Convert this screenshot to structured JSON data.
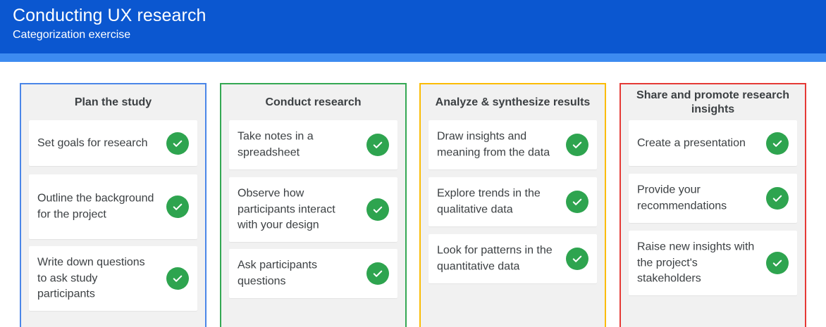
{
  "header": {
    "title": "Conducting UX research",
    "subtitle": "Categorization exercise"
  },
  "colors": {
    "header": "#0b57d0",
    "header_strip": "#3d8bf0",
    "check": "#2ea44f"
  },
  "columns": [
    {
      "title": "Plan the study",
      "border_color": "#4a86e8",
      "cards": [
        {
          "text": "Set goals for research",
          "icon": "check-circle-icon"
        },
        {
          "text": "Outline the background for the project",
          "icon": "check-circle-icon"
        },
        {
          "text": "Write down questions to ask study participants",
          "icon": "check-circle-icon"
        }
      ]
    },
    {
      "title": "Conduct research",
      "border_color": "#34a853",
      "cards": [
        {
          "text": "Take notes in a spreadsheet",
          "icon": "check-circle-icon"
        },
        {
          "text": "Observe how participants interact with your design",
          "icon": "check-circle-icon"
        },
        {
          "text": "Ask participants questions",
          "icon": "check-circle-icon"
        }
      ]
    },
    {
      "title": "Analyze & synthesize results",
      "border_color": "#fbbc04",
      "cards": [
        {
          "text": "Draw insights and meaning from the data",
          "icon": "check-circle-icon"
        },
        {
          "text": "Explore trends in the qualitative data",
          "icon": "check-circle-icon"
        },
        {
          "text": "Look for patterns in the quantitative data",
          "icon": "check-circle-icon"
        }
      ]
    },
    {
      "title": "Share and promote research insights",
      "border_color": "#e53935",
      "cards": [
        {
          "text": "Create a presentation",
          "icon": "check-circle-icon"
        },
        {
          "text": "Provide your recommendations",
          "icon": "check-circle-icon"
        },
        {
          "text": "Raise new insights with the project's stakeholders",
          "icon": "check-circle-icon"
        }
      ]
    }
  ]
}
